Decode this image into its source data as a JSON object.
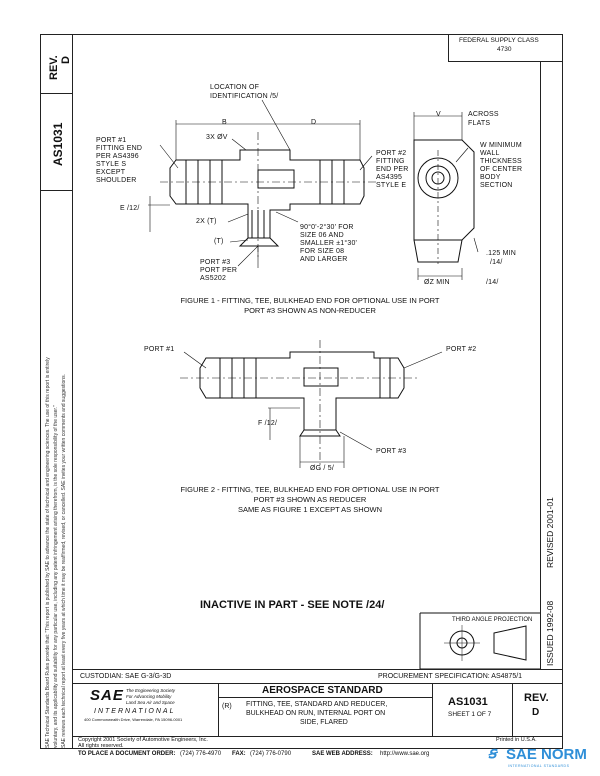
{
  "left_strip": {
    "rev_label": "REV.",
    "rev_value": "D",
    "doc_number": "AS1031",
    "disclaimer_1": "SAE Technical Standards Board Rules provide that: \"This report is published by SAE to advance the state of technical and engineering sciences. The use of this report is entirely",
    "disclaimer_2": "voluntary, and its applicability and suitability for any particular use, including any patent infringement arising therefrom, is the sole responsibility of the user.\"",
    "disclaimer_3": "SAE reviews each technical report at least every five years at which time it may be reaffirmed, revised, or cancelled. SAE invites your written comments and suggestions."
  },
  "federal_supply": {
    "line1": "FEDERAL SUPPLY CLASS",
    "line2": "4730"
  },
  "figure1": {
    "location_label_1": "LOCATION OF",
    "location_label_2": "IDENTIFICATION /5/",
    "dim_b": "B",
    "dim_d": "D",
    "dim_v": "V",
    "across_1": "ACROSS",
    "across_2": "FLATS",
    "dia_v": "3X ØV",
    "port1": [
      "PORT #1",
      "FITTING END",
      "PER AS4396",
      "STYLE S",
      "EXCEPT",
      "SHOULDER"
    ],
    "port2": [
      "PORT #2",
      "FITTING",
      "END PER",
      "AS4395",
      "STYLE E"
    ],
    "wall": [
      "W MINIMUM",
      "WALL",
      "THICKNESS",
      "OF CENTER",
      "BODY",
      "SECTION"
    ],
    "dim_e": "E /12/",
    "dim_t2": "2X (T)",
    "dim_t": "(T)",
    "angle": [
      "90°0'-2°30' FOR",
      "SIZE 06 AND",
      "SMALLER ±1°30'",
      "FOR SIZE 08",
      "AND LARGER"
    ],
    "port3": [
      "PORT #3",
      "PORT PER",
      "AS5202"
    ],
    "dim_125": [
      ".125 MIN",
      "/14/"
    ],
    "dim_z": "ØZ MIN",
    "dim_14": "/14/",
    "caption_1": "FIGURE 1 - FITTING, TEE, BULKHEAD END FOR OPTIONAL USE IN PORT",
    "caption_2": "PORT #3 SHOWN AS NON-REDUCER"
  },
  "figure2": {
    "port1": "PORT #1",
    "port2": "PORT #2",
    "dim_f": "F /12/",
    "dim_g": "ØG / 5/",
    "port3": "PORT #3",
    "caption_1": "FIGURE 2 - FITTING, TEE, BULKHEAD END FOR OPTIONAL USE IN PORT",
    "caption_2": "PORT #3 SHOWN AS REDUCER",
    "caption_3": "SAME AS FIGURE 1 EXCEPT AS SHOWN"
  },
  "right_strip": {
    "revised": "REVISED 2001-01",
    "issued": "ISSUED 1992-08"
  },
  "notice": "INACTIVE IN PART - SEE NOTE /24/",
  "projection_label": "THIRD ANGLE PROJECTION",
  "title_block": {
    "custodian": "CUSTODIAN:  SAE G-3/G-3D",
    "procurement": "PROCUREMENT SPECIFICATION:  AS4875/1",
    "standard_heading": "AEROSPACE STANDARD",
    "r_marker": "(R)",
    "title_1": "FITTING, TEE, STANDARD AND REDUCER,",
    "title_2": "BULKHEAD ON RUN, INTERNAL PORT ON",
    "title_3": "SIDE, FLARED",
    "doc_number": "AS1031",
    "sheet": "SHEET 1 OF 7",
    "rev_label": "REV.",
    "rev_value": "D",
    "sae_logo": "SAE",
    "sae_tagline_1": "The Engineering Society",
    "sae_tagline_2": "For Advancing Mobility",
    "sae_tagline_3": "Land Sea Air and Space",
    "sae_international": "INTERNATIONAL",
    "sae_address": "400 Commonwealth Drive, Warrendale, PA 15096-0001"
  },
  "footer": {
    "copyright": "Copyright 2001 Society of Automotive Engineers, Inc.",
    "rights": "All rights reserved.",
    "order_label": "TO PLACE A DOCUMENT ORDER:",
    "order_phone": "(724) 776-4970",
    "fax_label": "FAX:",
    "fax_value": "(724) 776-0790",
    "web_label": "SAE WEB ADDRESS:",
    "web_value": "http://www.sae.org",
    "printed": "Printed in U.S.A."
  },
  "watermark": {
    "text": "SAE NORM",
    "subtext": "INTERNATIONAL STANDARDS"
  }
}
